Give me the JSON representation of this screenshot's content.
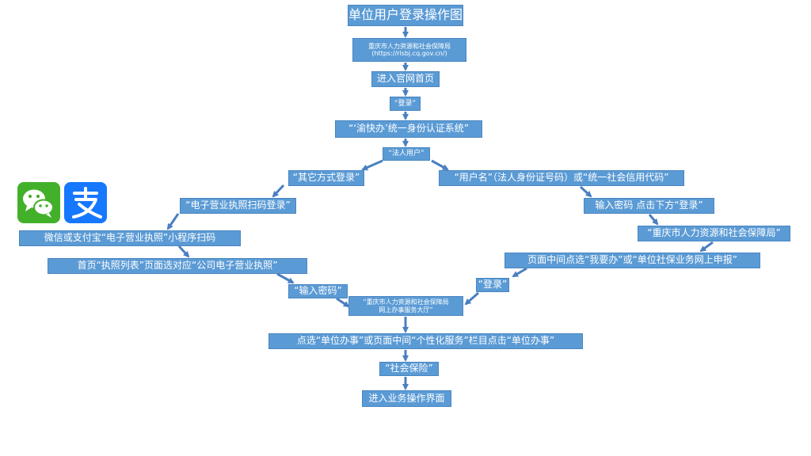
{
  "colors": {
    "node_fill": "#5b9bd5",
    "arrow": "#4a7fc1",
    "wechat": "#43b02a",
    "alipay": "#1678ff"
  },
  "icons": {
    "wechat": "wechat-icon",
    "alipay": "alipay-icon"
  },
  "nodes": {
    "title": "单位用户登录操作图",
    "bureau": "重庆市人力资源和社会保障局\n(https://rlsbj.cq.gov.cn/)",
    "homepage": "进入官网首页",
    "login1": "“登录”",
    "yukuaiban": "“‘渝快办’统一身份认证系统”",
    "legal_user": "“法人用户”",
    "other_methods": "“其它方式登录”",
    "username": "“用户名”（法人身份证号码）或“统一社会信用代码”",
    "license_scan": "“电子营业执照扫码登录”",
    "enter_password": "输入密码 点击下方“登录”",
    "mini_program": "微信或支付宝“电子营业执照”小程序扫码",
    "bureau_quote": "“重庆市人力资源和社会保障局”",
    "license_list": "首页“执照列表”页面选对应“公司电子营业执照”",
    "middle_select": "页面中间点选“我要办”或“单位社保业务网上申报”",
    "input_password": "“输入密码”",
    "login2": "“登录”",
    "service_hall": "“重庆市人力资源和社会保障局\n网上办事服务大厅”",
    "click_unit": "点选“单位办事”或页面中间“个性化服务”栏目点击“单位办事”",
    "social_insurance": "“社会保险”",
    "enter_business": "进入业务操作界面"
  }
}
